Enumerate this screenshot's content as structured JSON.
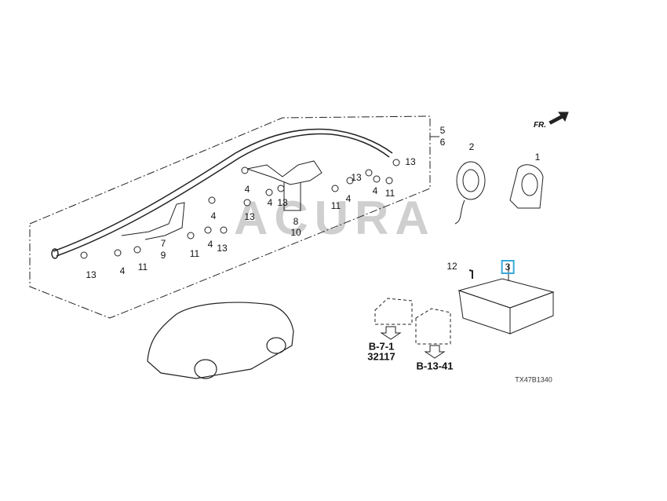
{
  "diagram": {
    "watermark": "ACURA",
    "direction_label": "FR.",
    "diagram_code": "TX47B1340",
    "callouts": [
      "5",
      "6",
      "13",
      "13",
      "4",
      "11",
      "4",
      "4",
      "13",
      "13",
      "11",
      "4",
      "8",
      "10",
      "4",
      "4",
      "13",
      "11",
      "7",
      "9",
      "13",
      "4",
      "11",
      "2",
      "1",
      "12",
      "3"
    ],
    "highlighted_part": "3",
    "references": [
      {
        "lines": [
          "B-7-1",
          "32117"
        ]
      },
      {
        "lines": [
          "B-13-41"
        ]
      }
    ]
  }
}
